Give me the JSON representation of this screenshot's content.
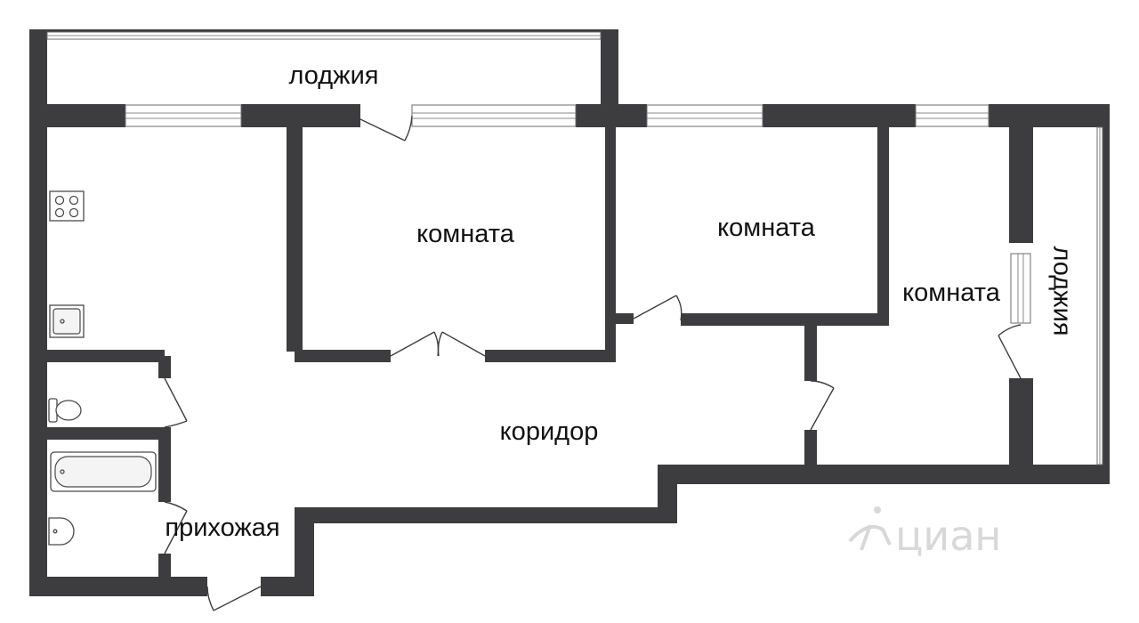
{
  "rooms": {
    "loggia_top": "лоджия",
    "room_1": "комната",
    "room_2": "комната",
    "room_3": "комната",
    "loggia_right": "лоджия",
    "corridor": "коридор",
    "hallway": "прихожая"
  },
  "watermark": {
    "text": "циан"
  },
  "colors": {
    "wall": "#3d3d3f",
    "background": "#ffffff",
    "label": "#111111",
    "watermark": "#d8d8d8"
  },
  "icons": {
    "stove": "stove-icon",
    "sink": "kitchen-sink-icon",
    "toilet": "toilet-icon",
    "bathtub": "bathtub-icon",
    "washbasin": "washbasin-icon",
    "watermark_logo": "cian-logo-icon"
  }
}
